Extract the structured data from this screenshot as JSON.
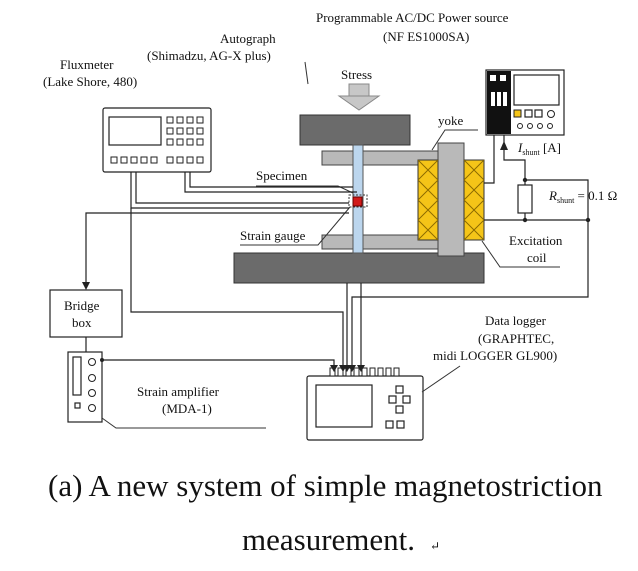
{
  "labels": {
    "power_source_line1": "Programmable AC/DC Power source",
    "power_source_line2": "(NF ES1000SA)",
    "autograph_line1": "Autograph",
    "autograph_line2": "(Shimadzu, AG-X plus)",
    "fluxmeter_line1": "Fluxmeter",
    "fluxmeter_line2": "(Lake Shore, 480)",
    "stress": "Stress",
    "yoke": "yoke",
    "specimen": "Specimen",
    "strain_gauge": "Strain gauge",
    "excitation_line1": "Excitation",
    "excitation_line2": "coil",
    "i_shunt_symbol": "I",
    "i_shunt_sub": "shunt",
    "i_shunt_unit": " [A]",
    "r_shunt_symbol": "R",
    "r_shunt_sub": "shunt",
    "r_shunt_value": " = 0.1 Ω",
    "bridge_line1": "Bridge",
    "bridge_line2": "box",
    "data_logger_line1": "Data logger",
    "data_logger_line2": "(GRAPHTEC,",
    "data_logger_line3": "midi LOGGER GL900)",
    "strain_amp_line1": "Strain amplifier",
    "strain_amp_line2": "(MDA-1)"
  },
  "caption": {
    "line1": "(a) A new system of simple magnetostriction",
    "line2": "measurement.",
    "return_mark": "↵"
  },
  "colors": {
    "coil_fill": "#f5c518",
    "specimen_fill": "#bcd6ee",
    "gauge_fill": "#d11a1a",
    "gray_block": "#6b6b6b",
    "yoke_gray": "#b9b9b9",
    "stress_arrow": "#c7c7c7"
  }
}
